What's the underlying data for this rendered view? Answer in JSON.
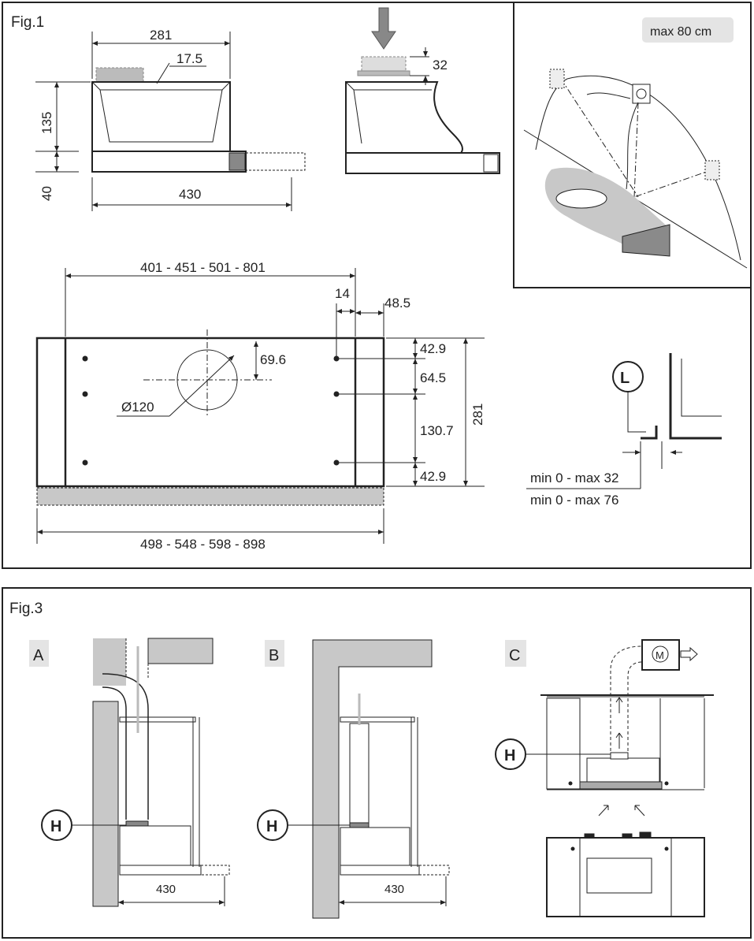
{
  "fig1": {
    "title": "Fig.1",
    "top_view": {
      "w281": "281",
      "d17_5": "17.5",
      "h135": "135",
      "h40": "40",
      "w430": "430"
    },
    "side_view": {
      "d32": "32"
    },
    "max_label": "max 80 cm",
    "plan": {
      "width_range": "401 - 451 - 501 - 801",
      "d14": "14",
      "d48_5": "48.5",
      "d69_6": "69.6",
      "diameter": "Ø120",
      "d42_9_top": "42.9",
      "d64_5": "64.5",
      "d130_7": "130.7",
      "d42_9_bot": "42.9",
      "depth281": "281",
      "overall_range": "498 - 548 - 598 - 898"
    },
    "l_detail": {
      "label": "L",
      "min32": "min 0 - max 32",
      "min76": "min 0 - max 76"
    }
  },
  "fig3": {
    "title": "Fig.3",
    "panel_a": {
      "label": "A",
      "h": "H",
      "dim": "430"
    },
    "panel_b": {
      "label": "B",
      "h": "H",
      "dim": "430"
    },
    "panel_c": {
      "label": "C",
      "h": "H",
      "motor": "M"
    }
  },
  "colors": {
    "line": "#222222",
    "gray": "#c8c8c8",
    "dark_gray": "#8a8a8a",
    "label_bg": "#e4e4e4"
  }
}
